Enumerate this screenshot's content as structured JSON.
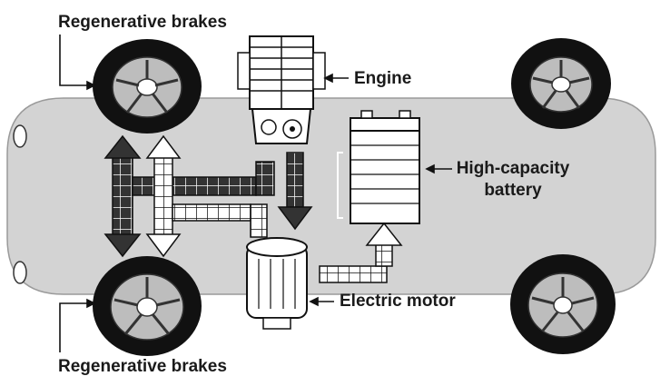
{
  "labels": {
    "regen_brakes_top": "Regenerative brakes",
    "engine": "Engine",
    "battery_line1": "High-capacity",
    "battery_line2": "battery",
    "electric_motor": "Electric motor",
    "regen_brakes_bottom": "Regenerative brakes"
  },
  "icons": {
    "car_body": "car-body",
    "wheel": "wheel-icon",
    "engine": "engine-icon",
    "battery": "battery-icon",
    "motor": "electric-motor-icon",
    "dark_arrow": "dark-flow-arrow",
    "light_arrow": "light-flow-arrow"
  },
  "colors": {
    "car_body": "#d3d3d3",
    "tire": "#111111",
    "rim": "#bdbdbd",
    "dark_flow": "#333333",
    "light_flow": "#ffffff",
    "outline": "#111111"
  }
}
